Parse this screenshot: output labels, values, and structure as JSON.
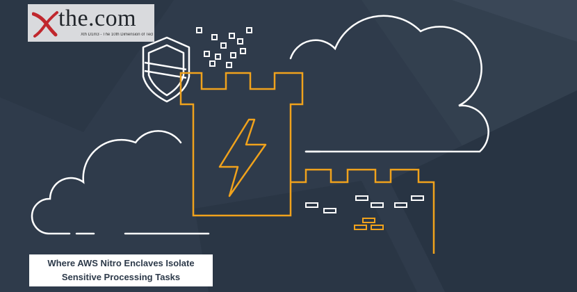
{
  "logo": {
    "name": "the.com",
    "tagline": "Xth D1m3 - The 10th Dimension of Tech",
    "mark_color": "#c0272d"
  },
  "caption": {
    "line1": "Where AWS Nitro Enclaves Isolate",
    "line2": "Sensitive Processing Tasks"
  },
  "colors": {
    "background": "#2f3b4b",
    "line_art": "#ffffff",
    "accent": "#f0a21c"
  },
  "icons": [
    "cloud-icon",
    "shield-icon",
    "castle-tower-icon",
    "lightning-bolt-icon",
    "castle-wall-icon",
    "bricks-icon"
  ]
}
